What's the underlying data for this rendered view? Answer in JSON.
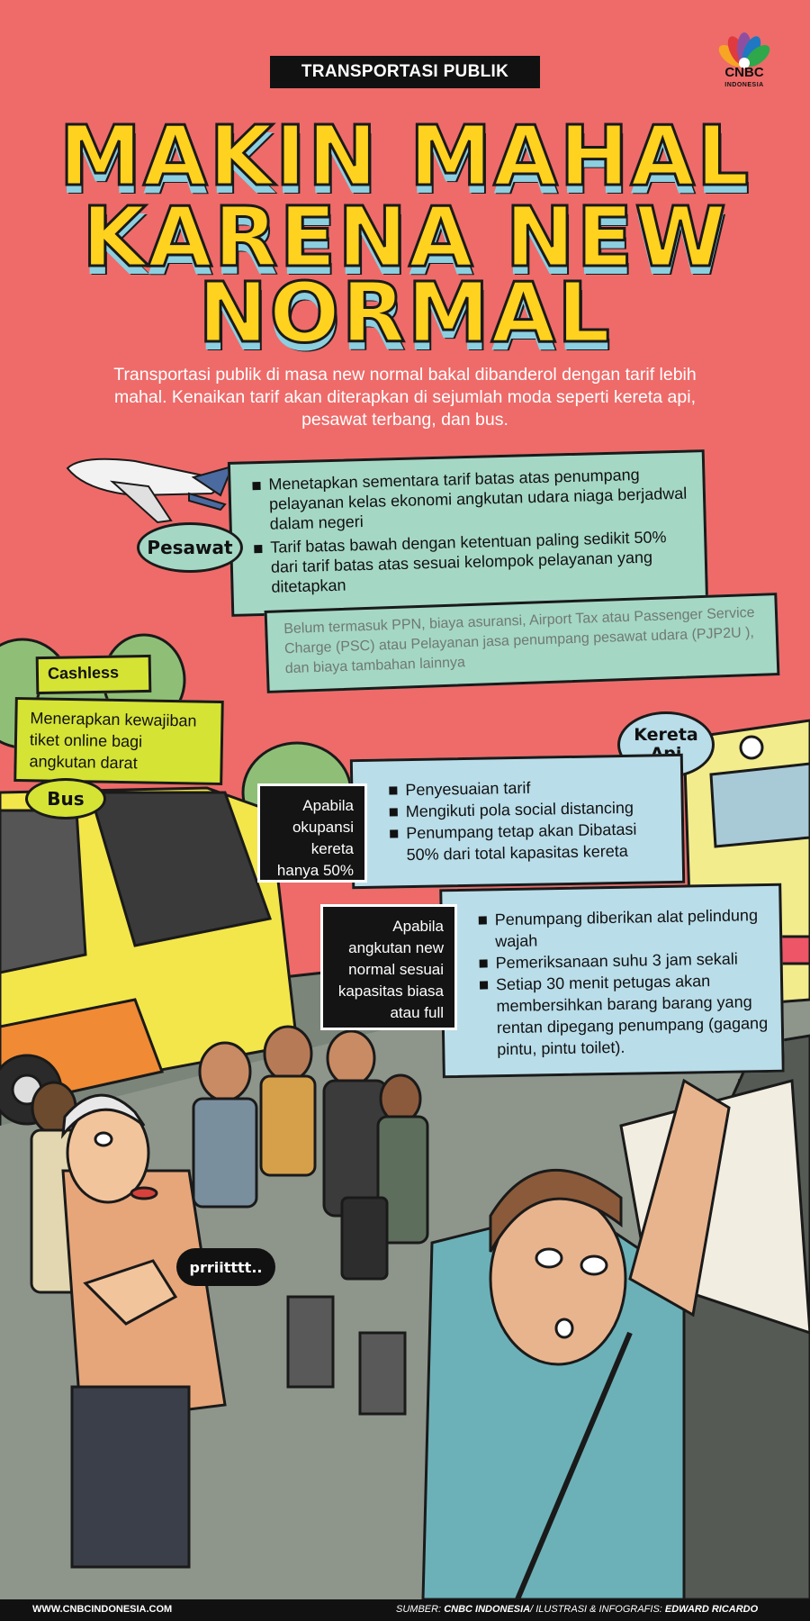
{
  "header": {
    "tag": "TRANSPORTASI PUBLIK",
    "logo_name": "cnbc-peacock-logo",
    "logo_main": "CNBC",
    "logo_sub": "INDONESIA"
  },
  "title": {
    "line1": "MAKIN MAHAL",
    "line2": "KARENA NEW",
    "line3": "NORMAL"
  },
  "intro": "Transportasi publik di masa new normal bakal dibanderol dengan tarif lebih mahal. Kenaikan tarif akan diterapkan di sejumlah moda seperti kereta api, pesawat terbang, dan bus.",
  "pesawat": {
    "label": "Pesawat",
    "points": [
      "Menetapkan sementara tarif batas atas penumpang pelayanan kelas ekonomi angkutan udara niaga berjadwal dalam negeri",
      "Tarif batas bawah dengan ketentuan paling sedikit 50% dari tarif batas atas sesuai kelompok pelayanan yang ditetapkan"
    ],
    "note": "Belum termasuk PPN, biaya asuransi, Airport Tax atau Passenger Service Charge (PSC) atau Pelayanan jasa penumpang pesawat udara (PJP2U ), dan biaya tambahan lainnya"
  },
  "bus": {
    "label": "Bus",
    "cashless_label": "Cashless",
    "cashless_text": "Menerapkan kewajiban tiket online bagi angkutan darat"
  },
  "kereta": {
    "label": "Kereta Api",
    "case1_title": "Apabila okupansi kereta hanya 50%",
    "case1_points": [
      "Penyesuaian tarif",
      "Mengikuti pola social distancing",
      "Penumpang tetap akan Dibatasi 50% dari total kapasitas kereta"
    ],
    "case2_title": "Apabila angkutan new normal sesuai kapasitas biasa atau full",
    "case2_points": [
      "Penumpang diberikan alat pelindung wajah",
      "Pemeriksanaan suhu 3 jam sekali",
      "Setiap 30 menit petugas akan membersihkan barang barang yang rentan dipegang penumpang (gagang pintu, pintu toilet)."
    ]
  },
  "bubble": "prriitttt..",
  "footer": {
    "website": "WWW.CNBCINDONESIA.COM",
    "credit_prefix": "SUMBER: ",
    "credit_source": "CNBC INDONESIA",
    "credit_mid": "/ ILUSTRASI & INFOGRAFIS: ",
    "credit_author": "EDWARD RICARDO"
  },
  "colors": {
    "background": "#ee6b69",
    "title_yellow": "#ffd21f",
    "title_shadow": "#8ccfe0",
    "box_green": "#a5d7c5",
    "box_blue": "#b9dde9",
    "box_yellow": "#d5e335"
  }
}
